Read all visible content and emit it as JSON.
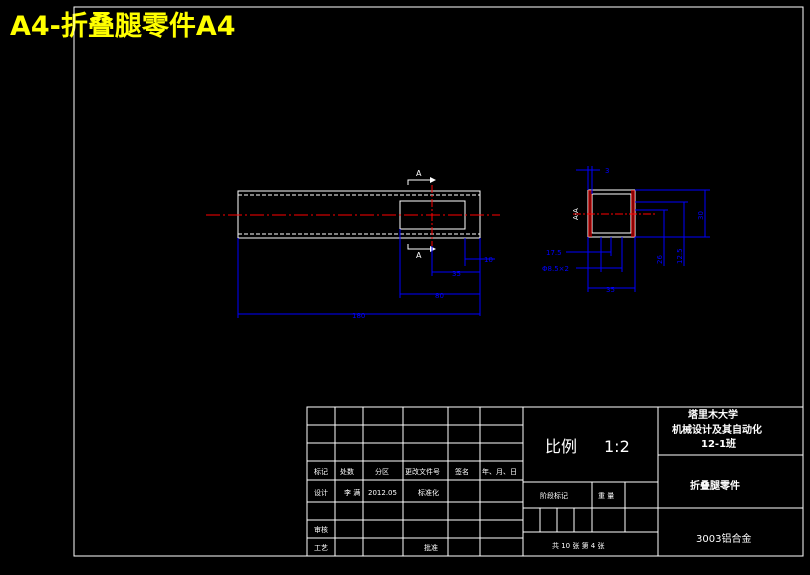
{
  "title_banner": "A4-折叠腿零件A4",
  "colors": {
    "background": "#000000",
    "frame": "#ffffff",
    "part_outline": "#ffffff",
    "center_line": "#ff0000",
    "dimension": "#0000ff",
    "banner": "#ffff00",
    "hatch": "#ff0000"
  },
  "front_view": {
    "section_mark_top": "A",
    "section_mark_bottom": "A",
    "dim_total_length": "180",
    "dim_slot_to_end": "80",
    "dim_hole_to_end": "35",
    "dim_hole_dia": "10"
  },
  "section_view": {
    "section_label": "A-A",
    "dim_wall": "3",
    "dim_height": "30",
    "dim_width": "35",
    "dim_offset": "17.5",
    "dim_hole_note": "Φ8.5×2",
    "dim_inner_1": "26",
    "dim_inner_2": "12.5"
  },
  "title_block": {
    "university_line1": "塔里木大学",
    "university_line2": "机械设计及其自动化",
    "university_line3": "12-1班",
    "scale_label": "比例",
    "scale_value": "1:2",
    "part_name": "折叠腿零件",
    "material": "3003铝合金",
    "row_marks": {
      "mark": "标记",
      "count": "处数",
      "zone": "分区",
      "change_doc": "更改文件号",
      "signature": "签名",
      "date": "年、月、日"
    },
    "designer_label": "设计",
    "designer_name": "李 满",
    "design_date": "2012.05",
    "standardization_label": "标准化",
    "stage_mark_label": "阶段标记",
    "weight_label": "重 量",
    "review_label": "审核",
    "process_label": "工艺",
    "approval_label": "批准",
    "sheets_text": "共 10 张  第 4 张"
  }
}
